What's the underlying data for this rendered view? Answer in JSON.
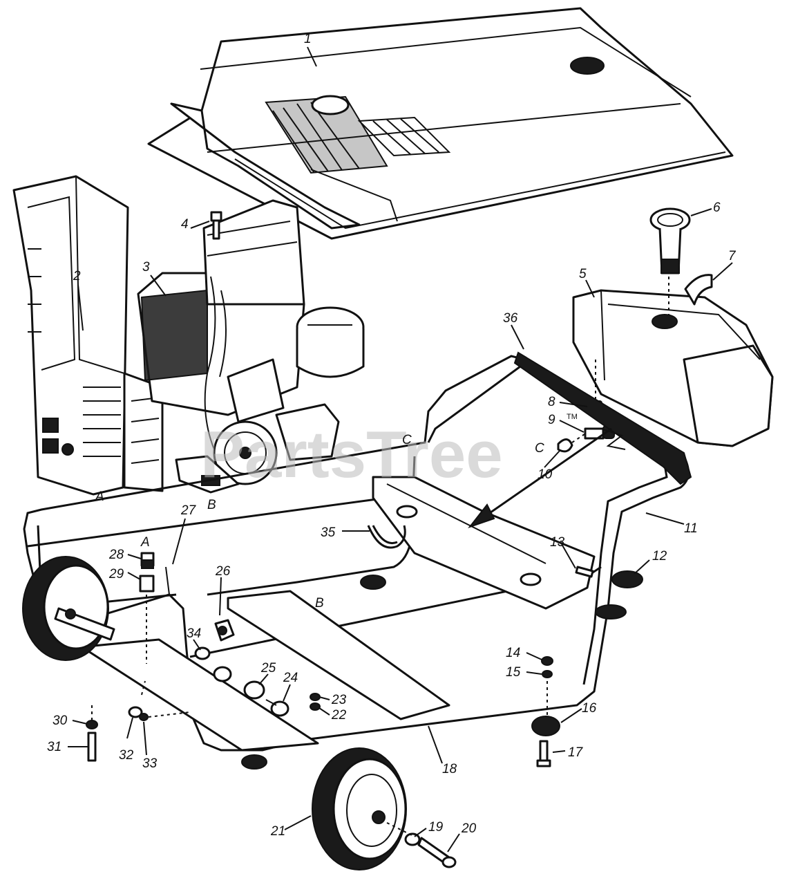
{
  "watermark": "PartsTree",
  "trademark": "TM",
  "callouts": {
    "n1": "1",
    "n2": "2",
    "n3": "3",
    "n4": "4",
    "n5": "5",
    "n6": "6",
    "n7": "7",
    "n8": "8",
    "n9": "9",
    "n10": "10",
    "n11": "11",
    "n12": "12",
    "n13": "13",
    "n14": "14",
    "n15": "15",
    "n16": "16",
    "n17": "17",
    "n18": "18",
    "n19": "19",
    "n20": "20",
    "n21": "21",
    "n22": "22",
    "n23": "23",
    "n24": "24",
    "n25": "25",
    "n26": "26",
    "n27": "27",
    "n28": "28",
    "n29": "29",
    "n30": "30",
    "n31": "31",
    "n32": "32",
    "n33": "33",
    "n34": "34",
    "n35": "35",
    "n36": "36"
  },
  "connectors": {
    "a": "A",
    "b": "B",
    "c": "C"
  }
}
